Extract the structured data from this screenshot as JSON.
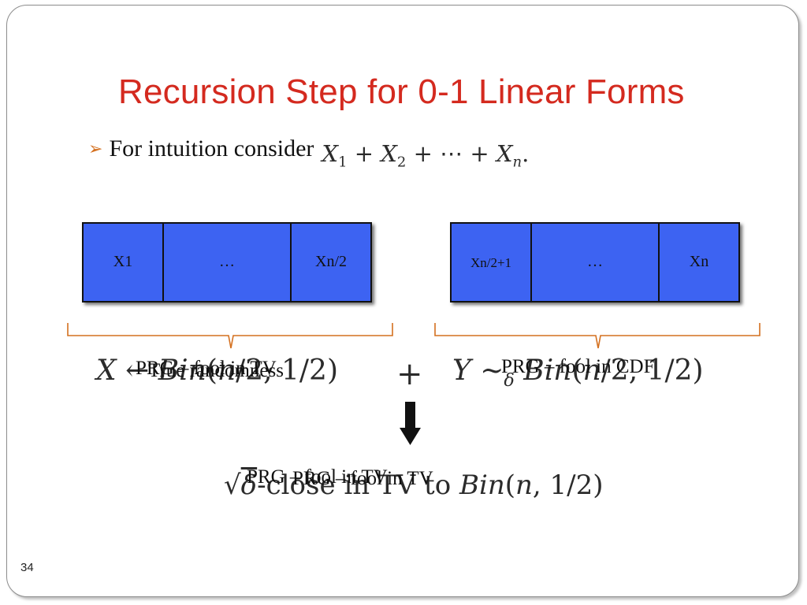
{
  "slide": {
    "title": "Recursion Step for 0-1 Linear Forms",
    "bullet": {
      "icon": "right-arrowhead-bullet-icon",
      "text": "For intuition consider",
      "math": "X₁ + X₂ + ⋯ + Xₙ."
    },
    "left_group": {
      "cells": [
        "X1",
        "…",
        "Xn/2"
      ]
    },
    "right_group": {
      "cells": [
        "Xn/2+1",
        "…",
        "Xn"
      ]
    },
    "left_formula": "X ← Bin(n/2, 1/2)",
    "plus": "+",
    "right_formula": "Y ~δ Bin(n/2, 1/2)",
    "left_caption_1": "PRG – fool in TV",
    "left_caption_2": "True randomness",
    "right_caption": "PRG – fool in CDF",
    "bottom_formula": "√δ-close in TV to Bin(n, 1/2)",
    "bottom_caption_1": "PRG – fool in TV",
    "bottom_caption_2": "PRG – fool in TV",
    "page_number": "34",
    "colors": {
      "title": "#d42a1f",
      "bullet_arrow": "#d4701f",
      "box_fill": "#3d63f2",
      "brace": "#d4701f"
    }
  }
}
